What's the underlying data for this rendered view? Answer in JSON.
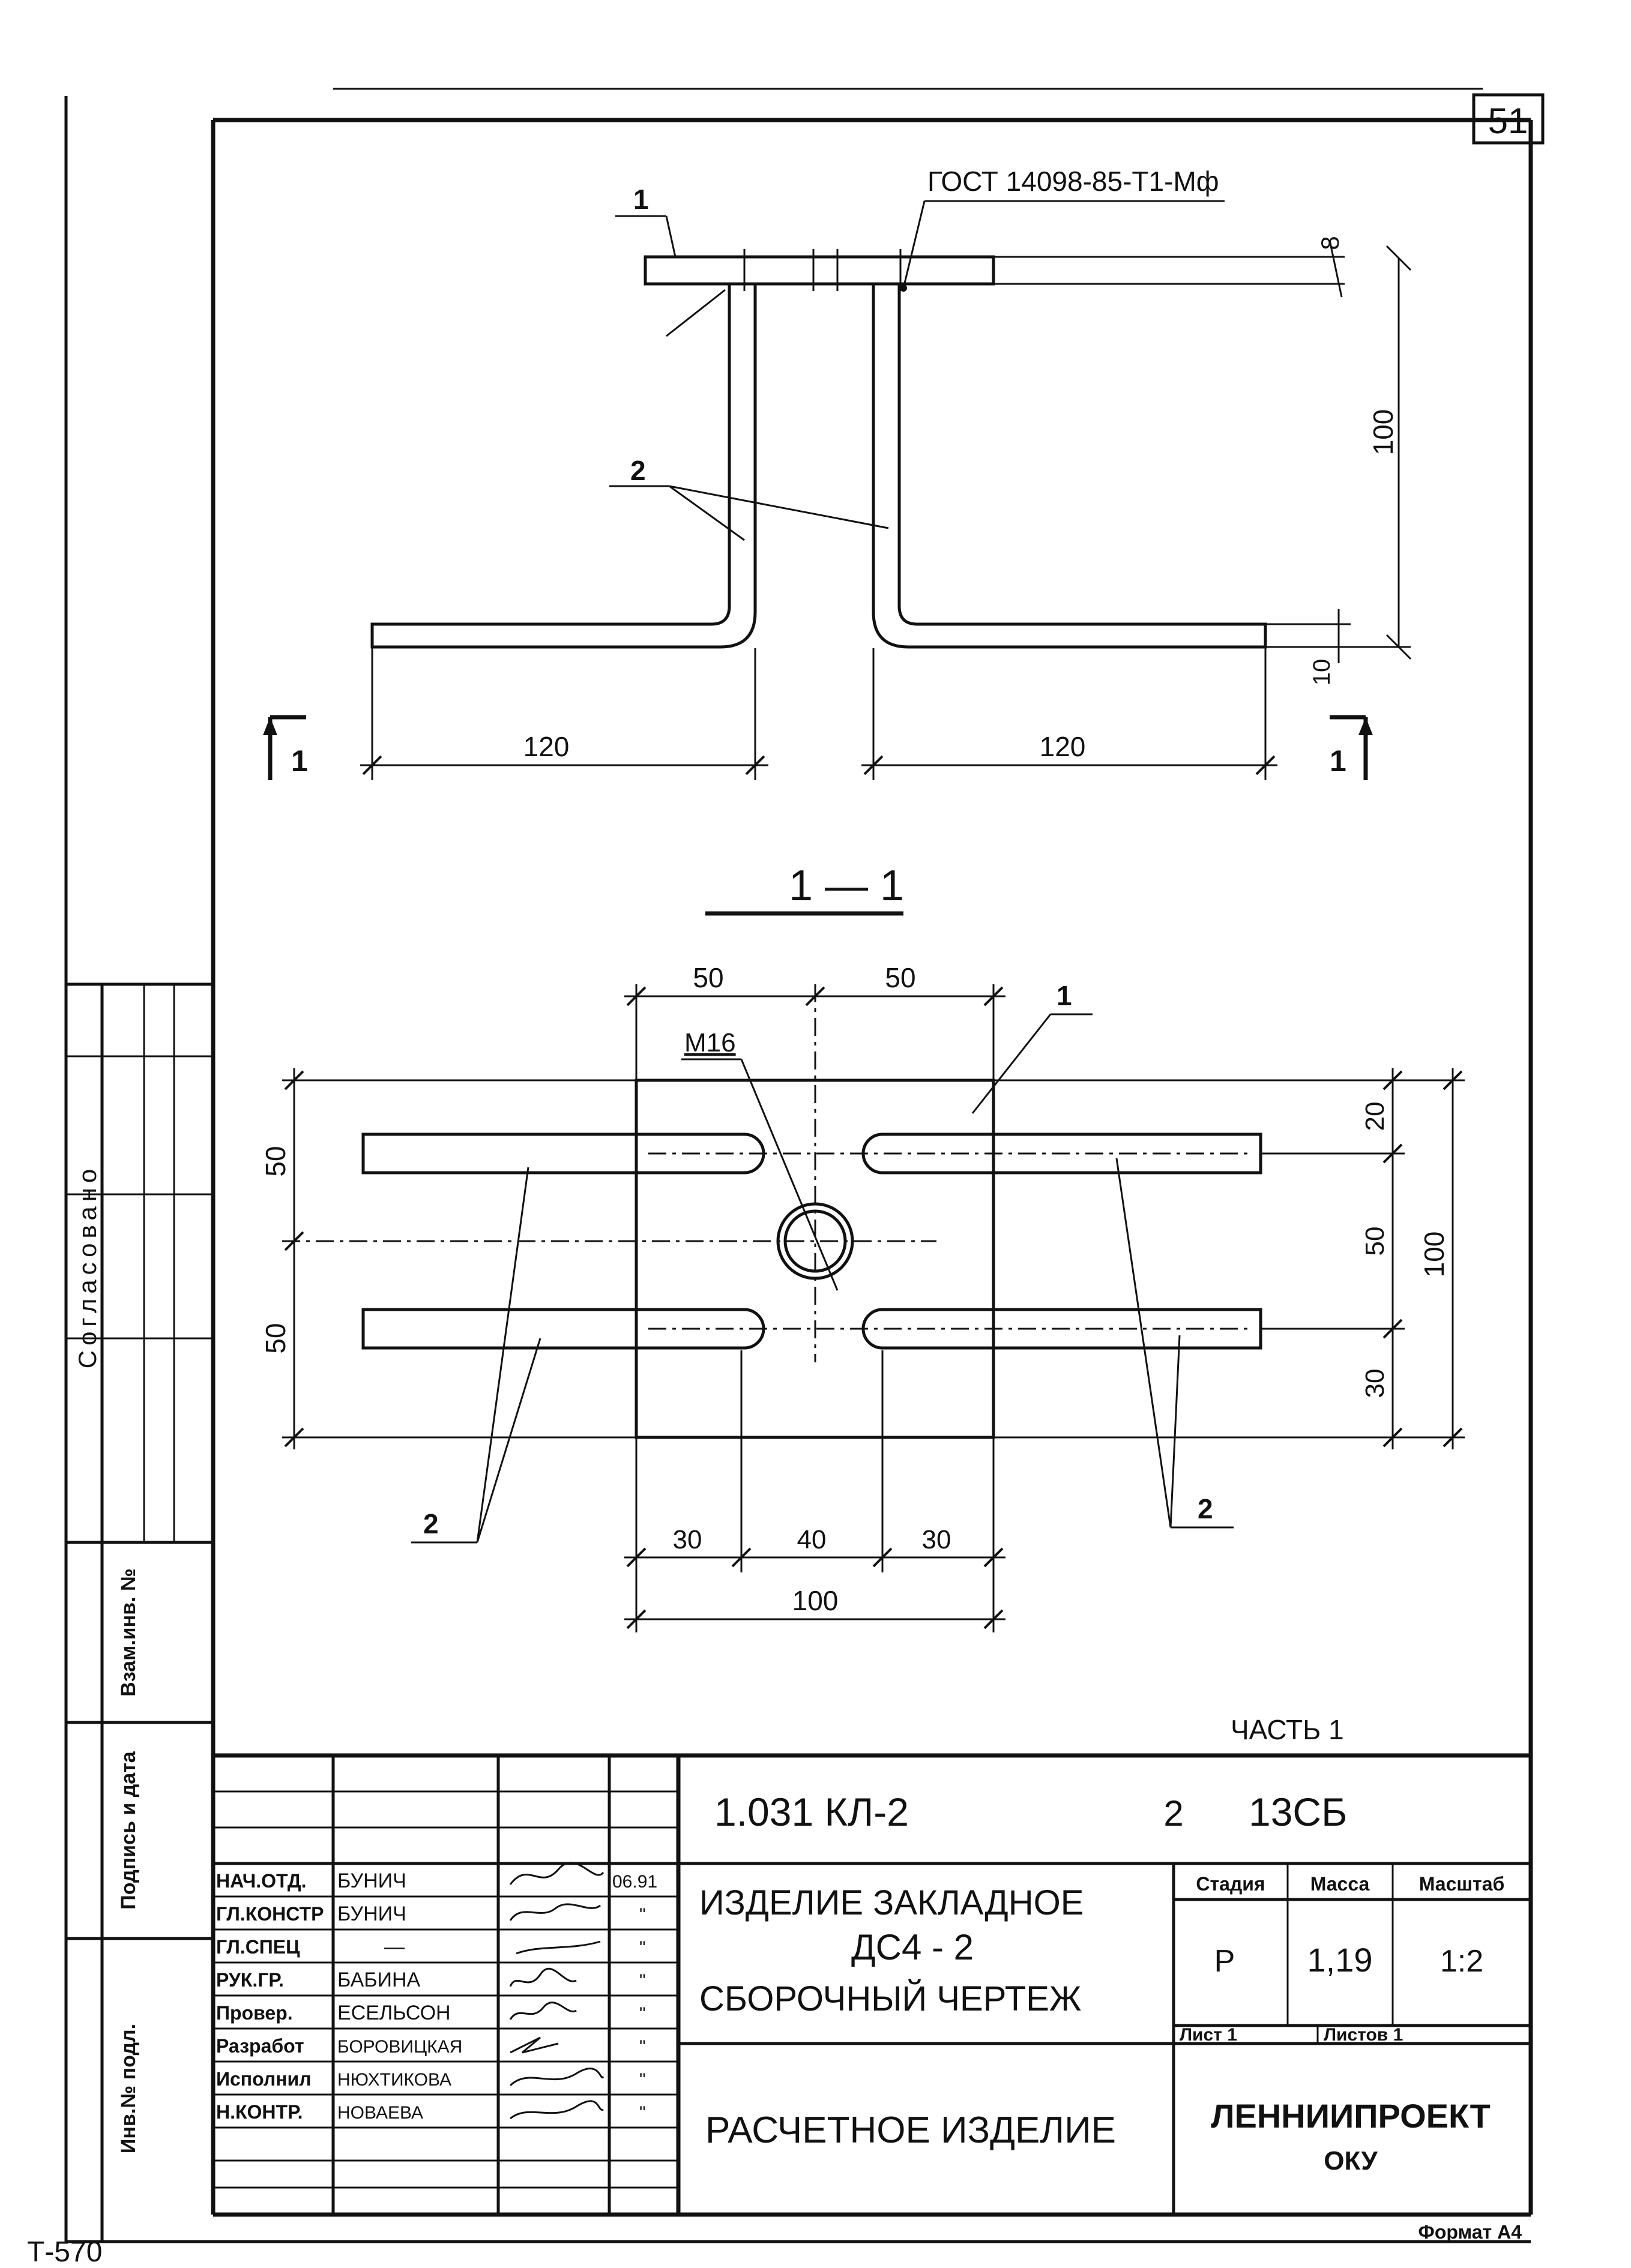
{
  "sheet": {
    "sheet_number": "51",
    "series_code": "Т-570",
    "format_label": "Формат А4",
    "part_label": "ЧАСТЬ 1"
  },
  "top_view": {
    "standard_note": "ГОСТ 14098-85-Т1-Мф",
    "callout_plate": "1",
    "callout_anchor": "2",
    "dim_left_120": "120",
    "dim_right_120": "120",
    "dim_plate_8": "8",
    "dim_height_100": "100",
    "dim_foot_10": "10",
    "section_mark_left": "1",
    "section_mark_right": "1"
  },
  "section_view": {
    "title": "1 — 1",
    "thread_label": "М16",
    "callout_plate": "1",
    "callout_anchor_left": "2",
    "callout_anchor_right": "2",
    "dim_top_50a": "50",
    "dim_top_50b": "50",
    "dim_left_50a": "50",
    "dim_left_50b": "50",
    "dim_right_20": "20",
    "dim_right_50": "50",
    "dim_right_30": "30",
    "dim_right_100": "100",
    "dim_bottom_30a": "30",
    "dim_bottom_40": "40",
    "dim_bottom_30b": "30",
    "dim_bottom_100": "100"
  },
  "left_strip": {
    "agreed_label": "Согласовано",
    "swap_inv_label": "Взам.инв. №",
    "sign_date_label": "Подпись и дата",
    "inv_orig_label": "Инв.№ подл."
  },
  "title_block": {
    "document_code": "1.031 КЛ-2",
    "issue": "2",
    "sheet_code": "13СБ",
    "name_line1": "ИЗДЕЛИЕ ЗАКЛАДНОЕ",
    "name_line2": "ДС4 - 2",
    "name_line3": "СБОРОЧНЫЙ ЧЕРТЕЖ",
    "note": "РАСЧЕТНОЕ ИЗДЕЛИЕ",
    "organization_line1": "ЛЕННИИПРОЕКТ",
    "organization_line2": "ОКУ",
    "stage_header": "Стадия",
    "mass_header": "Масса",
    "scale_header": "Масштаб",
    "stage_value": "Р",
    "mass_value": "1,19",
    "scale_value": "1:2",
    "sheet_label": "Лист 1",
    "sheets_label": "Листов 1",
    "signature_rows": [
      {
        "role": "НАЧ.ОТД.",
        "name": "БУНИЧ",
        "date": "06.91"
      },
      {
        "role": "ГЛ.КОНСТР",
        "name": "БУНИЧ",
        "date": "\""
      },
      {
        "role": "ГЛ.СПЕЦ",
        "name": "—",
        "date": "\""
      },
      {
        "role": "РУК.ГР.",
        "name": "БАБИНА",
        "date": "\""
      },
      {
        "role": "Провер.",
        "name": "ЕСЕЛЬСОН",
        "date": "\""
      },
      {
        "role": "Разработ",
        "name": "БОРОВИЦКАЯ",
        "date": "\""
      },
      {
        "role": "Исполнил",
        "name": "НЮХТИКОВА",
        "date": "\""
      },
      {
        "role": "Н.КОНТР.",
        "name": "НОВАЕВА",
        "date": "\""
      }
    ]
  }
}
